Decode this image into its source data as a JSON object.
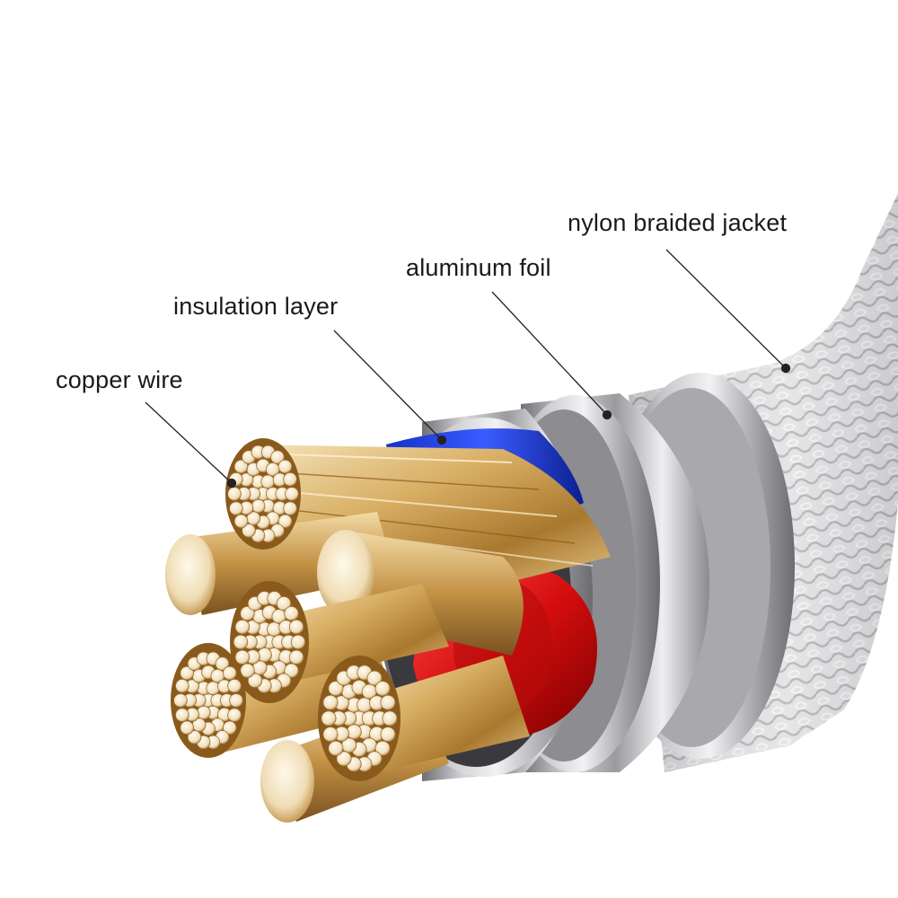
{
  "labels": {
    "copper_wire": "copper wire",
    "insulation_layer": "insulation layer",
    "aluminum_foil": "aluminum foil",
    "nylon_braided_jacket": "nylon braided jacket"
  },
  "colors": {
    "background": "#ffffff",
    "copper": "#c9a36a",
    "copper_face": "#efe2c6",
    "insulation_blue": "#1f3fd6",
    "insulation_red": "#e01818",
    "foil": "#b8b8bc",
    "jacket": "#c4c4c6",
    "leader_line": "#222222"
  }
}
